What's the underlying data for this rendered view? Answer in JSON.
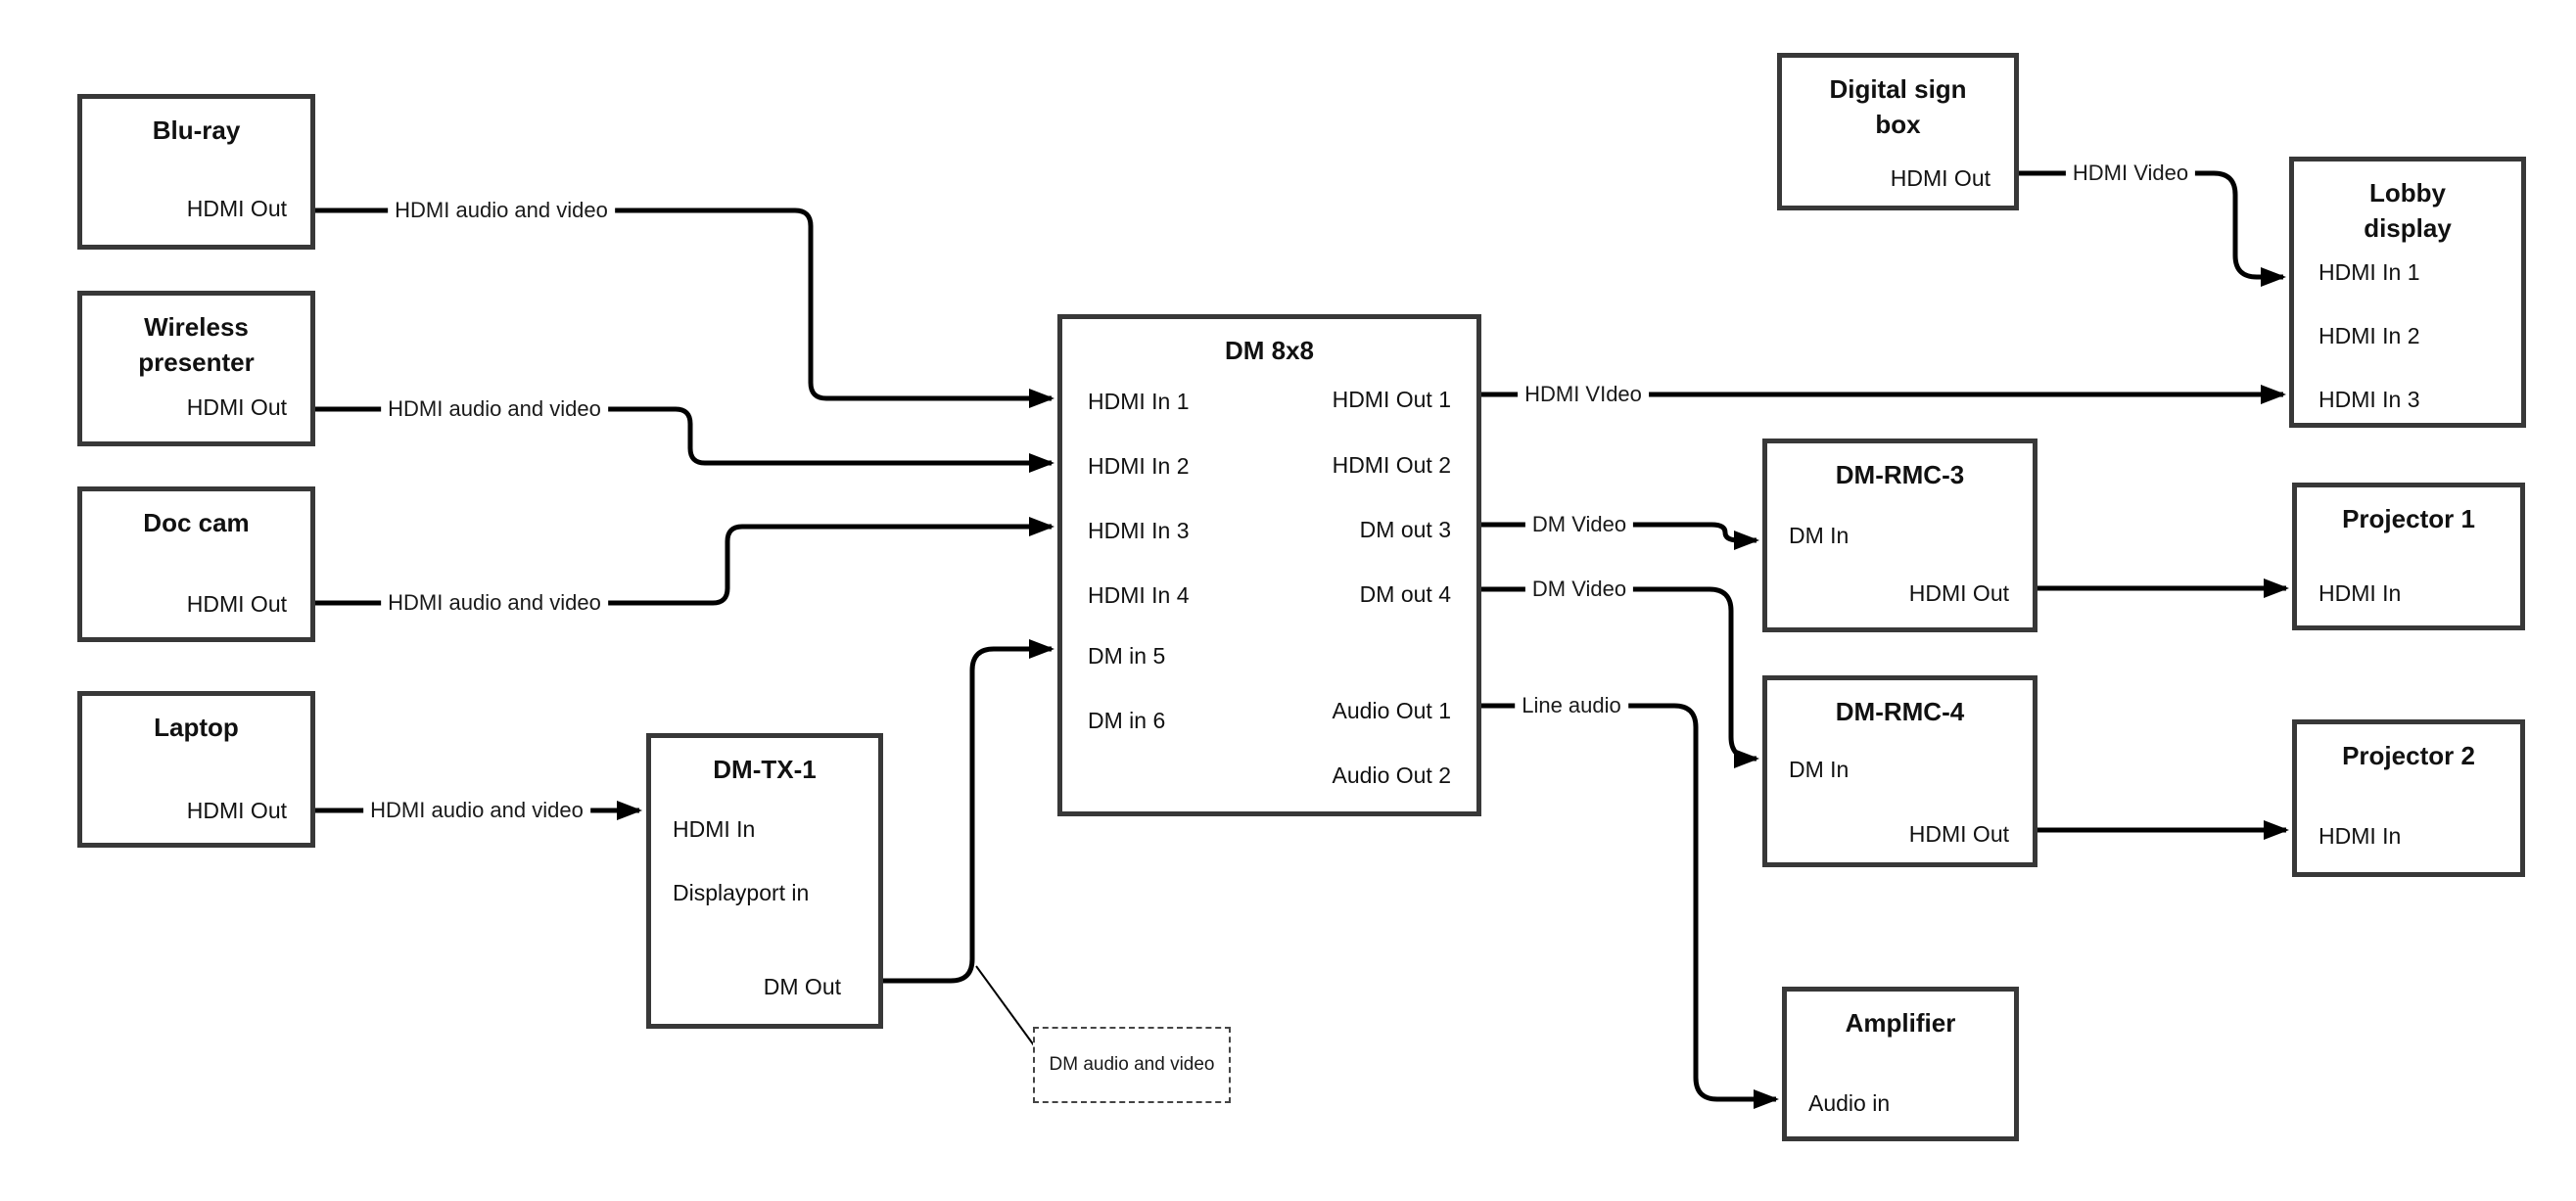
{
  "nodes": {
    "bluray": {
      "title": "Blu-ray",
      "ports": {
        "out": "HDMI Out"
      }
    },
    "wireless": {
      "title": "Wireless presenter",
      "ports": {
        "out": "HDMI Out"
      }
    },
    "doccam": {
      "title": "Doc cam",
      "ports": {
        "out": "HDMI Out"
      }
    },
    "laptop": {
      "title": "Laptop",
      "ports": {
        "out": "HDMI Out"
      }
    },
    "dmtx1": {
      "title": "DM-TX-1",
      "ports": {
        "hdmi_in": "HDMI In",
        "dp_in": "Displayport in",
        "dm_out": "DM Out"
      }
    },
    "dm8x8": {
      "title": "DM 8x8",
      "ports": {
        "in1": "HDMI In 1",
        "in2": "HDMI In 2",
        "in3": "HDMI In 3",
        "in4": "HDMI In 4",
        "in5": "DM in 5",
        "in6": "DM in 6",
        "out1": "HDMI Out 1",
        "out2": "HDMI Out 2",
        "out3": "DM out 3",
        "out4": "DM out 4",
        "aout1": "Audio Out 1",
        "aout2": "Audio Out 2"
      }
    },
    "digitalsign": {
      "title": "Digital sign box",
      "ports": {
        "out": "HDMI Out"
      }
    },
    "lobby": {
      "title": "Lobby display",
      "ports": {
        "in1": "HDMI In 1",
        "in2": "HDMI In 2",
        "in3": "HDMI In 3"
      }
    },
    "dmrmc3": {
      "title": "DM-RMC-3",
      "ports": {
        "dm_in": "DM In",
        "hdmi_out": "HDMI Out"
      }
    },
    "proj1": {
      "title": "Projector 1",
      "ports": {
        "in": "HDMI In"
      }
    },
    "dmrmc4": {
      "title": "DM-RMC-4",
      "ports": {
        "dm_in": "DM In",
        "hdmi_out": "HDMI Out"
      }
    },
    "proj2": {
      "title": "Projector 2",
      "ports": {
        "in": "HDMI In"
      }
    },
    "amplifier": {
      "title": "Amplifier",
      "ports": {
        "in": "Audio in"
      }
    }
  },
  "connections": {
    "c1": {
      "label": "HDMI audio and video"
    },
    "c2": {
      "label": "HDMI audio and video"
    },
    "c3": {
      "label": "HDMI audio and video"
    },
    "c4": {
      "label": "HDMI audio and video"
    },
    "c6": {
      "label": "HDMI VIdeo"
    },
    "c7": {
      "label": "DM Video"
    },
    "c8": {
      "label": "DM Video"
    },
    "c9": {
      "label": "Line audio"
    },
    "c10": {
      "label": "HDMI Video"
    }
  },
  "callout": {
    "text": "DM audio and video"
  },
  "colors": {
    "wire": "#000000",
    "box_border": "#383838",
    "background": "#ffffff"
  }
}
